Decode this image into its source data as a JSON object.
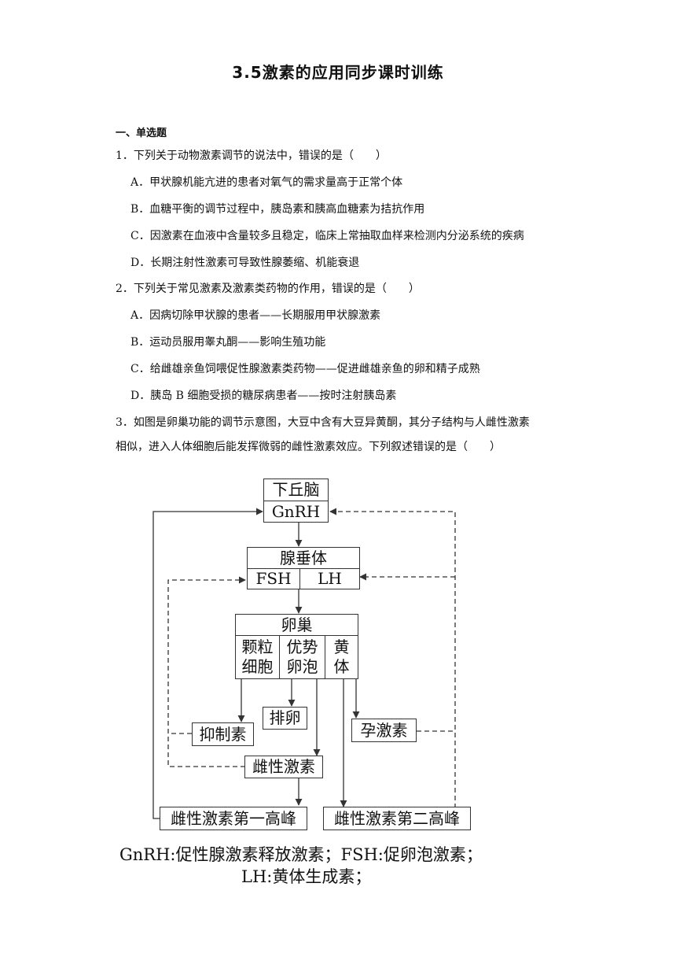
{
  "title": "3.5激素的应用同步课时训练",
  "section": "一、单选题",
  "questions": [
    {
      "stem": "1．下列关于动物激素调节的说法中，错误的是（　　）",
      "options": [
        "A．甲状腺机能亢进的患者对氧气的需求量高于正常个体",
        "B．血糖平衡的调节过程中，胰岛素和胰高血糖素为拮抗作用",
        "C．因激素在血液中含量较多且稳定，临床上常抽取血样来检测内分泌系统的疾病",
        "D．长期注射性激素可导致性腺萎缩、机能衰退"
      ]
    },
    {
      "stem": "2．下列关于常见激素及激素类药物的作用，错误的是（　　）",
      "options": [
        "A．因病切除甲状腺的患者——长期服用甲状腺激素",
        "B．运动员服用睾丸酮——影响生殖功能",
        "C．给雌雄亲鱼饲喂促性腺激素类药物——促进雌雄亲鱼的卵和精子成熟",
        "D．胰岛 B 细胞受损的糖尿病患者——按时注射胰岛素"
      ]
    },
    {
      "stem_lines": [
        "3．如图是卵巢功能的调节示意图，大豆中含有大豆异黄酮，其分子结构与人雌性激素",
        "相似，进入人体细胞后能发挥微弱的雌性激素效应。下列叙述错误的是（　　）"
      ]
    }
  ],
  "diagram": {
    "hypothalamus": "下丘脑",
    "gnrh": "GnRH",
    "pituitary": "腺垂体",
    "fsh": "FSH",
    "lh": "LH",
    "ovary": "卵巢",
    "granulosa": [
      "颗粒",
      "细胞"
    ],
    "dominant_follicle": [
      "优势",
      "卵泡"
    ],
    "corpus_luteum": [
      "黄",
      "体"
    ],
    "ovulation": "排卵",
    "inhibin": "抑制素",
    "progesterone": "孕激素",
    "estrogen": "雌性激素",
    "first_peak": "雌性激素第一高峰",
    "second_peak": "雌性激素第二高峰",
    "caption_line1": "GnRH:促性腺激素释放激素；FSH:促卵泡激素；",
    "caption_line2": "LH:黄体生成素；"
  }
}
